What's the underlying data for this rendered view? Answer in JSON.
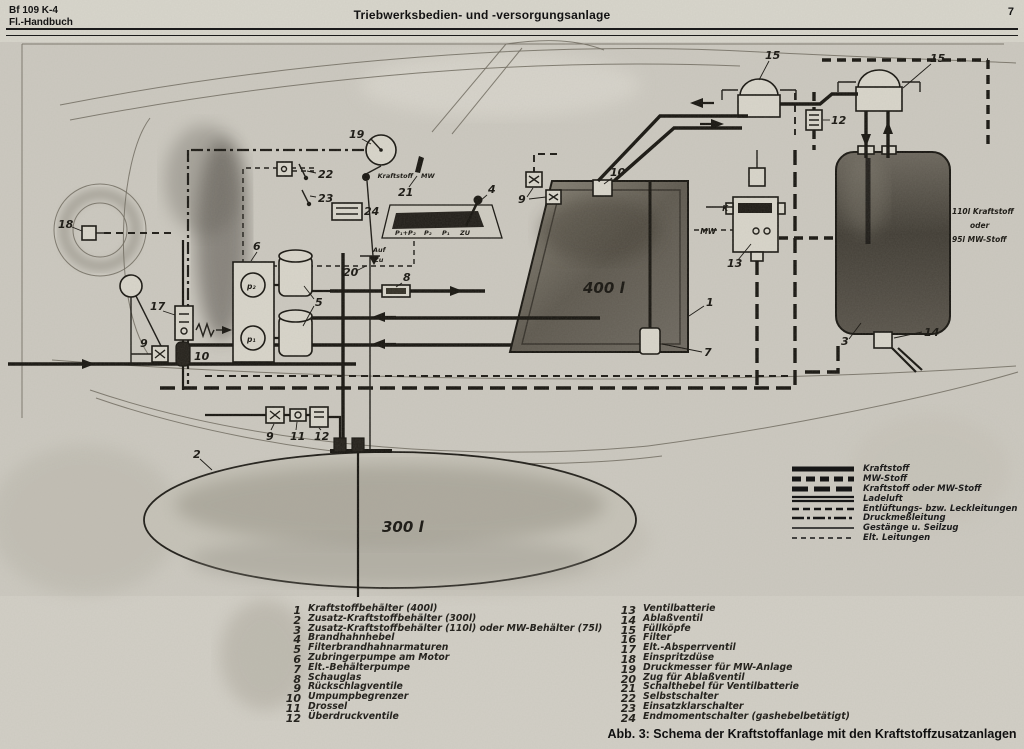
{
  "header": {
    "line1": "Bf 109 K-4",
    "line2": "Fl.-Handbuch",
    "title": "Triebwerksbedien- und -versorgungsanlage",
    "page": "7"
  },
  "caption": "Abb. 3: Schema der Kraftstoffanlage mit den Kraftstoffzusatzanlagen",
  "legend": {
    "items": [
      {
        "style": "kraftstoff",
        "label": "Kraftstoff"
      },
      {
        "style": "mw",
        "label": "MW-Stoff"
      },
      {
        "style": "krmw",
        "label": "Kraftstoff oder MW-Stoff"
      },
      {
        "style": "ladeluft",
        "label": "Ladeluft"
      },
      {
        "style": "vent",
        "label": "Entlüftungs- bzw. Leckleitungen"
      },
      {
        "style": "dml",
        "label": "Druckmeßleitung"
      },
      {
        "style": "mech",
        "label": "Gestänge u. Seilzug"
      },
      {
        "style": "elt",
        "label": "Elt. Leitungen"
      }
    ]
  },
  "parts": {
    "left": [
      {
        "num": "1",
        "label": "Kraftstoffbehälter (400l)"
      },
      {
        "num": "2",
        "label": "Zusatz-Kraftstoffbehälter (300l)"
      },
      {
        "num": "3",
        "label": "Zusatz-Kraftstoffbehälter (110l) oder MW-Behälter (75l)"
      },
      {
        "num": "4",
        "label": "Brandhahnhebel"
      },
      {
        "num": "5",
        "label": "Filterbrandhahnarmaturen"
      },
      {
        "num": "6",
        "label": "Zubringerpumpe am Motor"
      },
      {
        "num": "7",
        "label": "Elt.-Behälterpumpe"
      },
      {
        "num": "8",
        "label": "Schauglas"
      },
      {
        "num": "9",
        "label": "Rückschlagventile"
      },
      {
        "num": "10",
        "label": "Umpumpbegrenzer"
      },
      {
        "num": "11",
        "label": "Drossel"
      },
      {
        "num": "12",
        "label": "Überdruckventile"
      }
    ],
    "right": [
      {
        "num": "13",
        "label": "Ventilbatterie"
      },
      {
        "num": "14",
        "label": "Ablaßventil"
      },
      {
        "num": "15",
        "label": "Füllköpfe"
      },
      {
        "num": "16",
        "label": "Filter"
      },
      {
        "num": "17",
        "label": "Elt.-Absperrventil"
      },
      {
        "num": "18",
        "label": "Einspritzdüse"
      },
      {
        "num": "19",
        "label": "Druckmesser für MW-Anlage"
      },
      {
        "num": "20",
        "label": "Zug für Ablaßventil"
      },
      {
        "num": "21",
        "label": "Schalthebel für Ventilbatterie"
      },
      {
        "num": "22",
        "label": "Selbstschalter"
      },
      {
        "num": "23",
        "label": "Einsatzklarschalter"
      },
      {
        "num": "24",
        "label": "Endmomentschalter (gashebelbetätigt)"
      }
    ]
  },
  "diagram": {
    "tanks": {
      "main": "400 l",
      "drop": "300 l",
      "aux1": "110l Kraftstoff",
      "aux2": "oder",
      "aux3": "95l MW-Stoff"
    },
    "gauge": {
      "left": "Kraftstoff",
      "right": "MW"
    },
    "battery": {
      "k": "K",
      "mw": "MW"
    },
    "cock": {
      "pos1": "P₁+P₂",
      "pos2": "P₂",
      "pos3": "P₁",
      "pos4": "ZU"
    },
    "pumps": {
      "top": "p₂",
      "bottom": "p₁"
    },
    "drain": {
      "open": "Auf",
      "close": "Zu"
    },
    "callouts": {
      "1": "1",
      "2": "2",
      "3": "3",
      "4": "4",
      "5": "5",
      "6": "6",
      "7": "7",
      "8": "8",
      "9": "9",
      "10": "10",
      "11": "11",
      "12": "12",
      "13": "13",
      "14": "14",
      "15": "15",
      "17": "17",
      "18": "18",
      "19": "19",
      "20": "20",
      "21": "21",
      "22": "22",
      "23": "23",
      "24": "24"
    }
  }
}
